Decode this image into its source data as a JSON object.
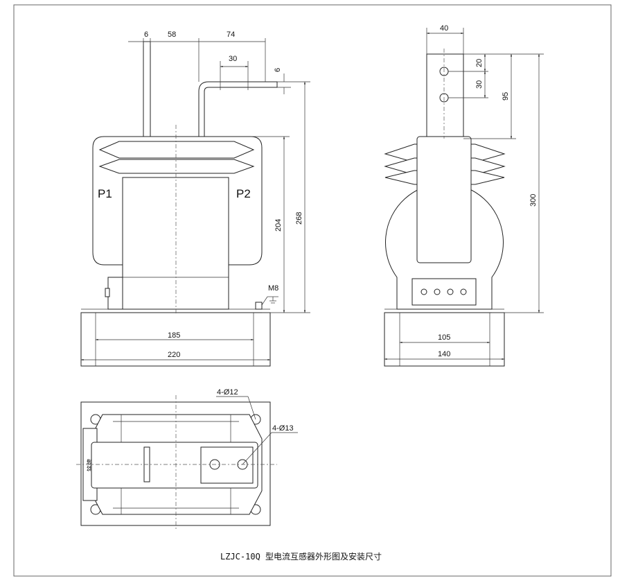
{
  "caption": "LZJC-10Q 型电流互感器外形图及安装尺寸",
  "front_view": {
    "terminal_labels": [
      "P1",
      "P2"
    ],
    "dims": {
      "bar_thickness": "6",
      "bar_span": "58",
      "bar_arm": "74",
      "hole_spacing": "30",
      "arm_thickness": "6",
      "body_height": "204",
      "total_height": "268",
      "mount_spacing": "185",
      "base_width": "220"
    },
    "ground_label": "M8"
  },
  "side_view": {
    "dims": {
      "bar_width": "40",
      "hole_offset": "20",
      "hole_spacing": "30",
      "bar_height": "95",
      "total_height": "300",
      "mount_spacing": "105",
      "base_width": "140"
    }
  },
  "top_view": {
    "base_holes_label": "4-Ø12",
    "terminal_holes_label": "4-Ø13",
    "nameplate_text": "铭牌"
  }
}
